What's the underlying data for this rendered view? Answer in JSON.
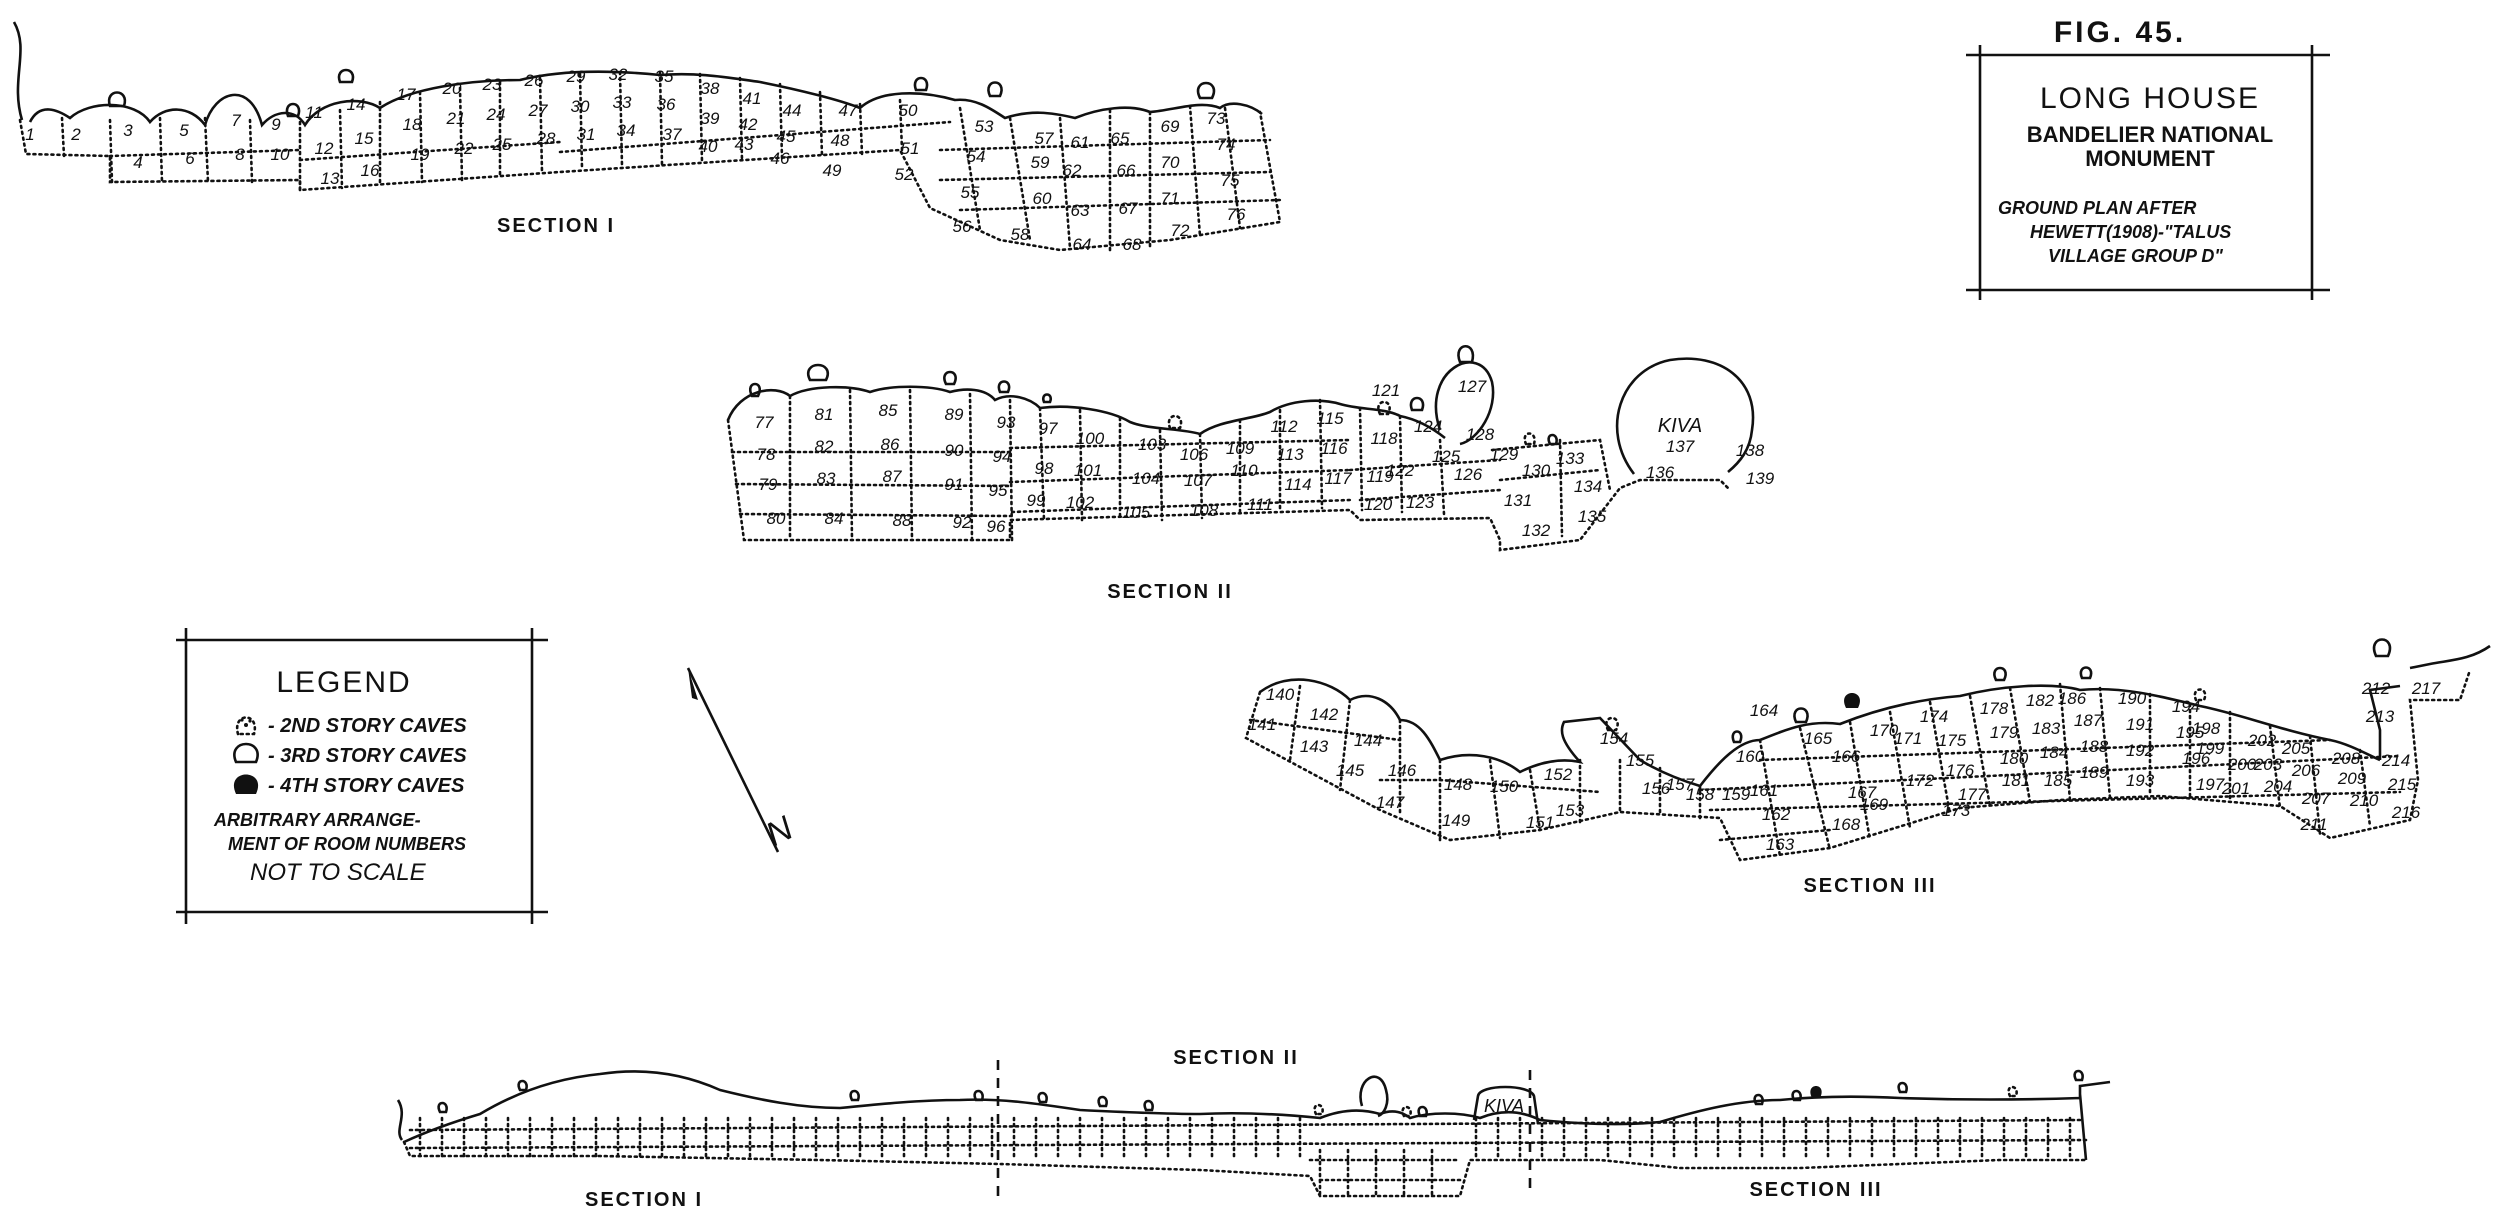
{
  "figure": {
    "fig_label": "FIG. 45.",
    "title_line1": "LONG HOUSE",
    "title_line2": "BANDELIER NATIONAL",
    "title_line3": "MONUMENT",
    "plan_line1": "GROUND PLAN AFTER",
    "plan_line2": "HEWETT(1908)-\"TALUS",
    "plan_line3": "VILLAGE GROUP D\""
  },
  "legend": {
    "title": "LEGEND",
    "items": [
      {
        "label": "- 2ND STORY CAVES",
        "icon": "dotted-cave-icon"
      },
      {
        "label": "- 3RD STORY CAVES",
        "icon": "open-cave-icon"
      },
      {
        "label": "- 4TH STORY CAVES",
        "icon": "solid-cave-icon"
      }
    ],
    "note_line1": "ARBITRARY ARRANGE-",
    "note_line2": "MENT OF ROOM NUMBERS",
    "note_line3": "NOT TO SCALE"
  },
  "north_arrow": {
    "label": "N"
  },
  "sections": {
    "s1": "SECTION I",
    "s2": "SECTION II",
    "s3": "SECTION III",
    "overview_s1": "SECTION I",
    "overview_s2": "SECTION II",
    "overview_s3": "SECTION III",
    "kiva_label": "KIVA",
    "overview_kiva": "KIVA"
  },
  "rooms": {
    "section1": [
      "1",
      "2",
      "3",
      "4",
      "5",
      "6",
      "7",
      "8",
      "9",
      "10",
      "11",
      "12",
      "13",
      "14",
      "15",
      "16",
      "17",
      "18",
      "19",
      "20",
      "21",
      "22",
      "23",
      "24",
      "25",
      "26",
      "27",
      "28",
      "29",
      "30",
      "31",
      "32",
      "33",
      "34",
      "35",
      "36",
      "37",
      "38",
      "39",
      "40",
      "41",
      "42",
      "43",
      "44",
      "45",
      "46",
      "47",
      "48",
      "49",
      "50",
      "51",
      "52",
      "53",
      "54",
      "55",
      "56",
      "57",
      "58",
      "59",
      "60",
      "61",
      "62",
      "63",
      "64",
      "65",
      "66",
      "67",
      "68",
      "69",
      "70",
      "71",
      "72",
      "73",
      "74",
      "75",
      "76"
    ],
    "section2": [
      "77",
      "78",
      "79",
      "80",
      "81",
      "82",
      "83",
      "84",
      "85",
      "86",
      "87",
      "88",
      "89",
      "90",
      "91",
      "92",
      "93",
      "94",
      "95",
      "96",
      "97",
      "98",
      "99",
      "100",
      "101",
      "102",
      "103",
      "104",
      "105",
      "106",
      "107",
      "108",
      "109",
      "110",
      "111",
      "112",
      "113",
      "114",
      "115",
      "116",
      "117",
      "118",
      "119",
      "120",
      "121",
      "122",
      "123",
      "124",
      "125",
      "126",
      "127",
      "128",
      "129",
      "130",
      "131",
      "132",
      "133",
      "134",
      "135",
      "136",
      "137",
      "138",
      "139"
    ],
    "section3": [
      "140",
      "141",
      "142",
      "143",
      "144",
      "145",
      "146",
      "147",
      "148",
      "149",
      "150",
      "151",
      "152",
      "153",
      "154",
      "155",
      "156",
      "157",
      "158",
      "159",
      "160",
      "161",
      "162",
      "163",
      "164",
      "165",
      "166",
      "167",
      "168",
      "169",
      "170",
      "171",
      "172",
      "173",
      "174",
      "175",
      "176",
      "177",
      "178",
      "179",
      "180",
      "181",
      "182",
      "183",
      "184",
      "185",
      "186",
      "187",
      "188",
      "189",
      "190",
      "191",
      "192",
      "193",
      "194",
      "195",
      "196",
      "197",
      "198",
      "199",
      "200",
      "201",
      "202",
      "203",
      "204",
      "205",
      "206",
      "207",
      "208",
      "209",
      "210",
      "211",
      "212",
      "213",
      "214",
      "215",
      "216",
      "217"
    ]
  }
}
